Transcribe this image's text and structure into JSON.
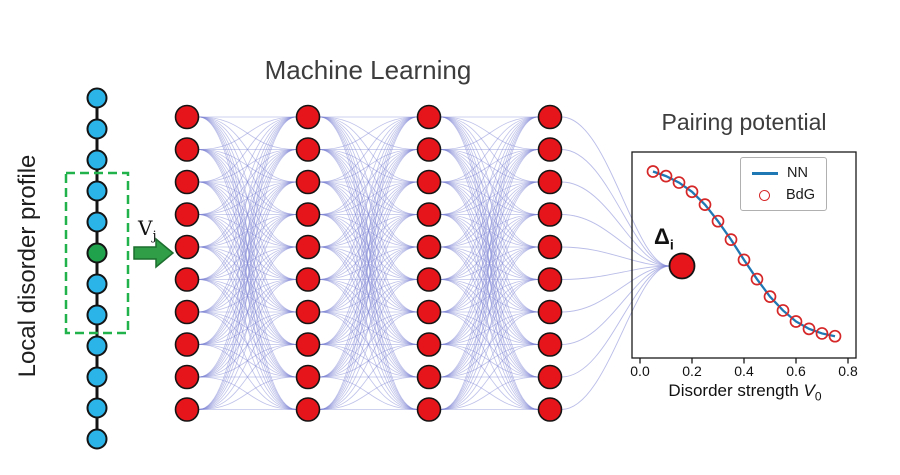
{
  "figure": {
    "title": "Machine Learning"
  },
  "left_panel": {
    "label": "Local disorder profile",
    "arrow_label": {
      "base": "V",
      "sub": "j"
    },
    "arrow_color": "#2f9e46",
    "arrow_edge_color": "#1c6e2e",
    "chain": {
      "num_sites": 12,
      "highlight_index": 5,
      "site_color": "#2ab4e8",
      "highlight_color": "#1fa24b",
      "box_color": "#21b24c",
      "wire_color": "#141414"
    }
  },
  "network": {
    "layers": [
      10,
      10,
      10,
      10
    ],
    "node_color": "#e6151c",
    "node_stroke": "#141414",
    "edge_color": "#8187d6",
    "output_label": {
      "base": "Δ",
      "sub": "i"
    }
  },
  "chart_data": {
    "type": "line+scatter",
    "title": "Pairing potential",
    "xlabel": "Disorder strength V0",
    "xlabel_parts": {
      "text": "Disorder strength",
      "var": "V",
      "sub": "0"
    },
    "ylabel": "",
    "xlim": [
      0.0,
      0.8
    ],
    "ylim": [
      0,
      1
    ],
    "xticks": [
      0,
      0.2,
      0.4,
      0.6,
      0.8
    ],
    "xtick_labels": [
      "0.0",
      "0.2",
      "0.4",
      "0.6",
      "0.8"
    ],
    "grid": false,
    "legend_position": "upper right",
    "x": [
      0.05,
      0.1,
      0.15,
      0.2,
      0.25,
      0.3,
      0.35,
      0.4,
      0.45,
      0.5,
      0.55,
      0.6,
      0.65,
      0.7,
      0.75
    ],
    "series": [
      {
        "name": "NN",
        "type": "line",
        "color": "#1f77b4",
        "values": [
          0.97,
          0.945,
          0.91,
          0.86,
          0.79,
          0.7,
          0.6,
          0.49,
          0.385,
          0.29,
          0.215,
          0.155,
          0.115,
          0.09,
          0.075
        ]
      },
      {
        "name": "BdG",
        "type": "scatter",
        "color": "#d62728",
        "values": [
          0.97,
          0.945,
          0.91,
          0.86,
          0.79,
          0.7,
          0.6,
          0.49,
          0.385,
          0.29,
          0.215,
          0.155,
          0.115,
          0.09,
          0.075
        ]
      }
    ]
  }
}
